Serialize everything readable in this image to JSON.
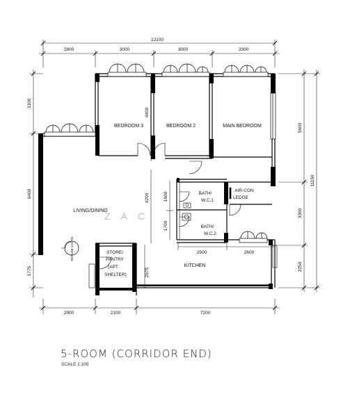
{
  "plan": {
    "title": "5-ROOM (CORRIDOR END)",
    "scale": "SCALE  1:100",
    "watermark": "Z A C",
    "rooms": {
      "bedroom3": "BEDROOM 3",
      "bedroom2": "BEDROOM 2",
      "main_bedroom": "MAIN BEDROOM",
      "living_dining": "LIVING/DINING",
      "bath_wc1_a": "BATH/",
      "bath_wc1_b": "W.C.1",
      "bath_wc2_a": "BATH/",
      "bath_wc2_b": "W.C.2",
      "aircon_a": "AIR-CON",
      "aircon_b": "LEDGE",
      "store_a": "STORE/",
      "store_b": "PANTRY",
      "store_c": "(APT.",
      "store_d": "SHELTER)",
      "kitchen": "KITCHEN",
      "refuse": "REFUSE\nCHUTE"
    },
    "dims": {
      "overall_width": "12100",
      "top": [
        "2800",
        "3000",
        "3000",
        "3300"
      ],
      "bottom": [
        "2900",
        "2100",
        "7200"
      ],
      "left": [
        "3100",
        "6400",
        "1775"
      ],
      "right_outer": "11150",
      "right_inner": [
        "5600",
        "3300",
        "2250"
      ],
      "inner_h1": "4400",
      "inner_h2": "4200",
      "inner_h3": "2675",
      "bath_v1": "1600",
      "bath_v2": "1700",
      "kitchen_w1": "2500",
      "kitchen_w2": "2600"
    }
  }
}
